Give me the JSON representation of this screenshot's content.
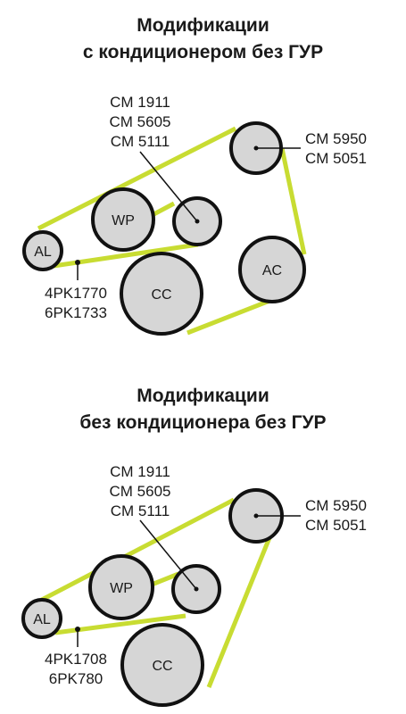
{
  "colors": {
    "belt": "#c8dc32",
    "pulley_fill": "#d6d6d6",
    "stroke": "#111111"
  },
  "diagrams": [
    {
      "title_line1": "Модификации",
      "title_line2": "с кондиционером без ГУР",
      "pulleys": {
        "al": "AL",
        "wp": "WP",
        "cc": "CC",
        "ac": "AC"
      },
      "idler_codes": [
        "CM 1911",
        "CM 5605",
        "CM 5111"
      ],
      "tensioner_codes": [
        "CM 5950",
        "CM 5051"
      ],
      "belt_codes": [
        "4PK1770",
        "6PK1733"
      ]
    },
    {
      "title_line1": "Модификации",
      "title_line2": "без кондиционера без ГУР",
      "pulleys": {
        "al": "AL",
        "wp": "WP",
        "cc": "CC"
      },
      "idler_codes": [
        "CM 1911",
        "CM 5605",
        "CM 5111"
      ],
      "tensioner_codes": [
        "CM 5950",
        "CM 5051"
      ],
      "belt_codes": [
        "4PK1708",
        "6PK780"
      ]
    }
  ]
}
